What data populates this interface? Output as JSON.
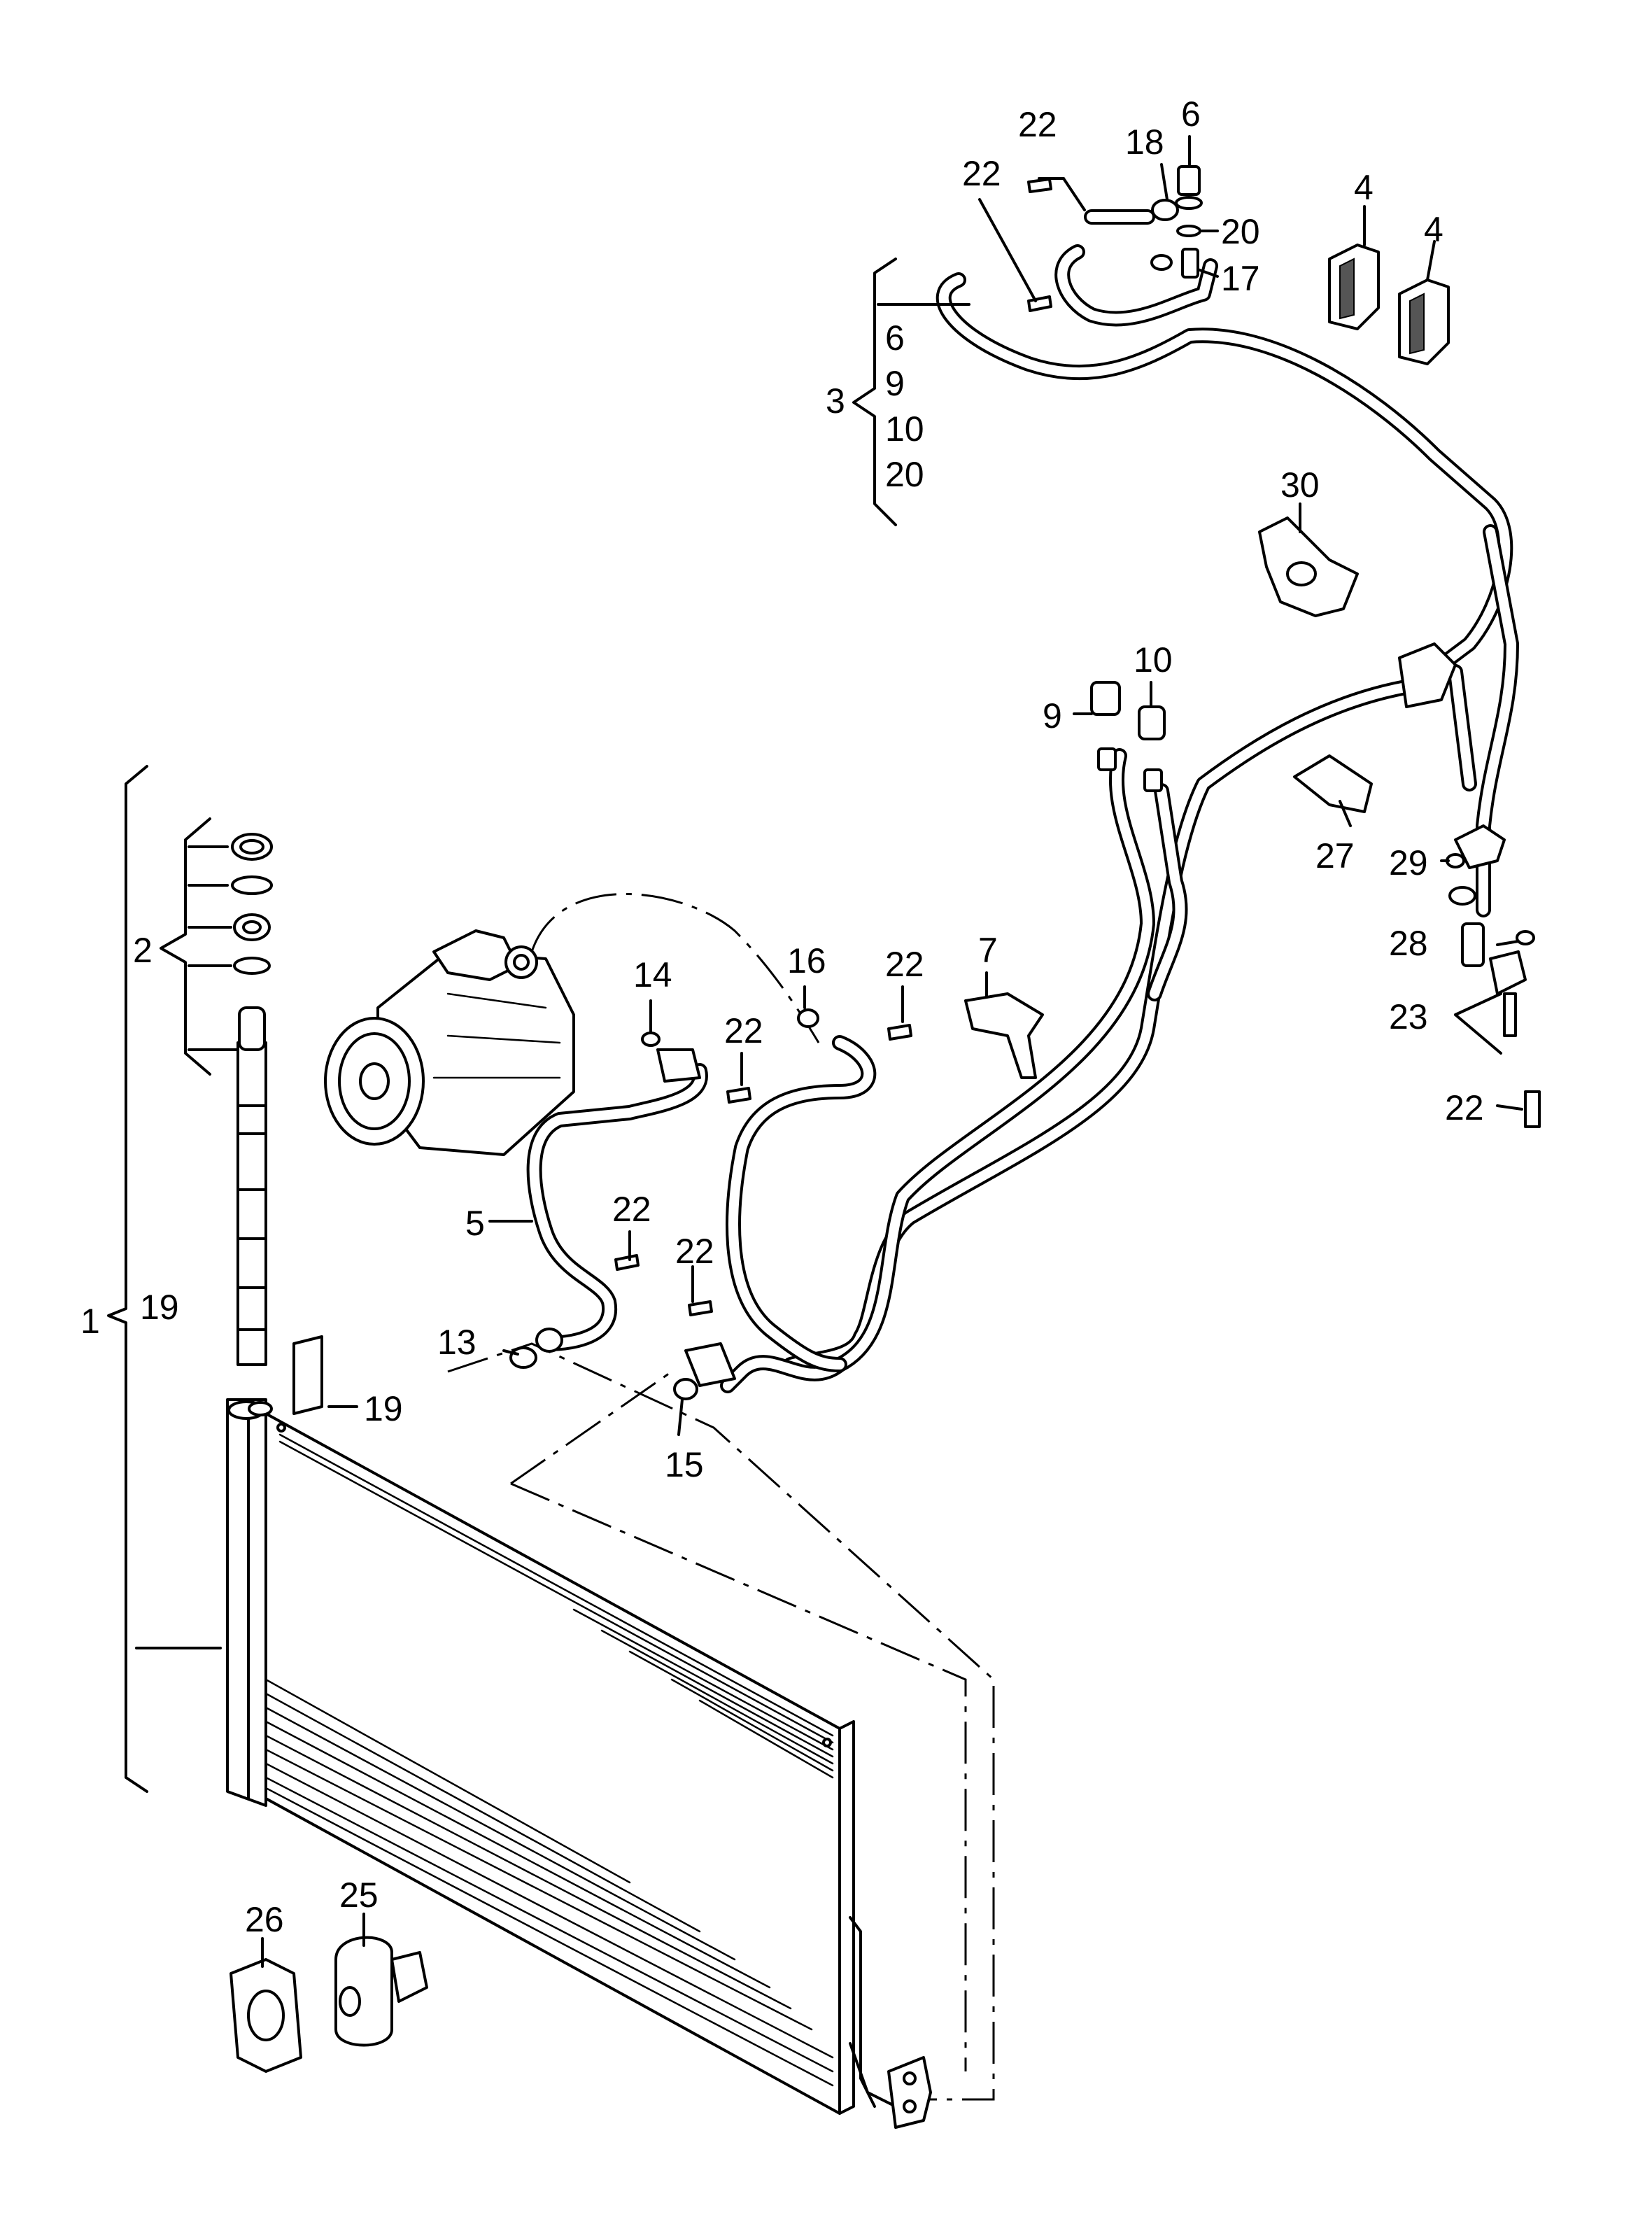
{
  "callouts": [
    {
      "id": "c22a",
      "text": "22"
    },
    {
      "id": "c18",
      "text": "18"
    },
    {
      "id": "c6a",
      "text": "6"
    },
    {
      "id": "c22b",
      "text": "22"
    },
    {
      "id": "c20a",
      "text": "20"
    },
    {
      "id": "c17",
      "text": "17"
    },
    {
      "id": "c4a",
      "text": "4"
    },
    {
      "id": "c4b",
      "text": "4"
    },
    {
      "id": "c3",
      "text": "3"
    },
    {
      "id": "c6b",
      "text": "6"
    },
    {
      "id": "c9a",
      "text": "9"
    },
    {
      "id": "c10a",
      "text": "10"
    },
    {
      "id": "c20b",
      "text": "20"
    },
    {
      "id": "c30",
      "text": "30"
    },
    {
      "id": "c10b",
      "text": "10"
    },
    {
      "id": "c9b",
      "text": "9"
    },
    {
      "id": "c27",
      "text": "27"
    },
    {
      "id": "c29",
      "text": "29"
    },
    {
      "id": "c28",
      "text": "28"
    },
    {
      "id": "c23",
      "text": "23"
    },
    {
      "id": "c22c",
      "text": "22"
    },
    {
      "id": "c2",
      "text": "2"
    },
    {
      "id": "c14",
      "text": "14"
    },
    {
      "id": "c16",
      "text": "16"
    },
    {
      "id": "c22d",
      "text": "22"
    },
    {
      "id": "c7",
      "text": "7"
    },
    {
      "id": "c22e",
      "text": "22"
    },
    {
      "id": "c5",
      "text": "5"
    },
    {
      "id": "c22f",
      "text": "22"
    },
    {
      "id": "c22g",
      "text": "22"
    },
    {
      "id": "c19a",
      "text": "19"
    },
    {
      "id": "c1",
      "text": "1"
    },
    {
      "id": "c13",
      "text": "13"
    },
    {
      "id": "c19b",
      "text": "19"
    },
    {
      "id": "c15",
      "text": "15"
    },
    {
      "id": "c25",
      "text": "25"
    },
    {
      "id": "c26",
      "text": "26"
    }
  ]
}
